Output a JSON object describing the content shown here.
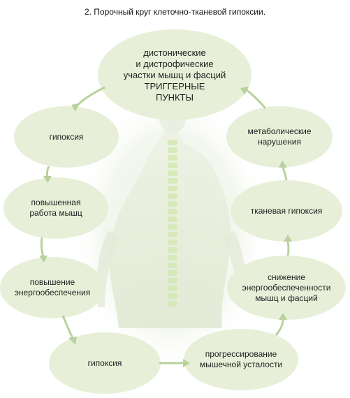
{
  "title": "2. Порочный круг клеточно-тканевой гипоксии.",
  "colors": {
    "ellipse_fill": "#e8f0d9",
    "arrow": "#b9d19c",
    "body_glow": "#f1f5ea",
    "spine": "#d9ecb7"
  },
  "nodes": {
    "top": {
      "line1": "дистонические\nи дистрофические\nучастки мышц и фасций",
      "line2": "ТРИГГЕРНЫЕ\nПУНКТЫ"
    },
    "hypoxia_left": "гипоксия",
    "increased_work": "повышенная\nработа мышц",
    "increased_energy": "повышение\nэнергообеспечения",
    "hypoxia_bottom": "гипоксия",
    "progressive_fatigue": "прогрессирование\nмышечной усталости",
    "reduced_energy": "снижение\nэнергообеспеченности\nмышц и фасций",
    "tissue_hypoxia": "тканевая гипоксия",
    "metabolic": "метаболические\nнарушения"
  }
}
